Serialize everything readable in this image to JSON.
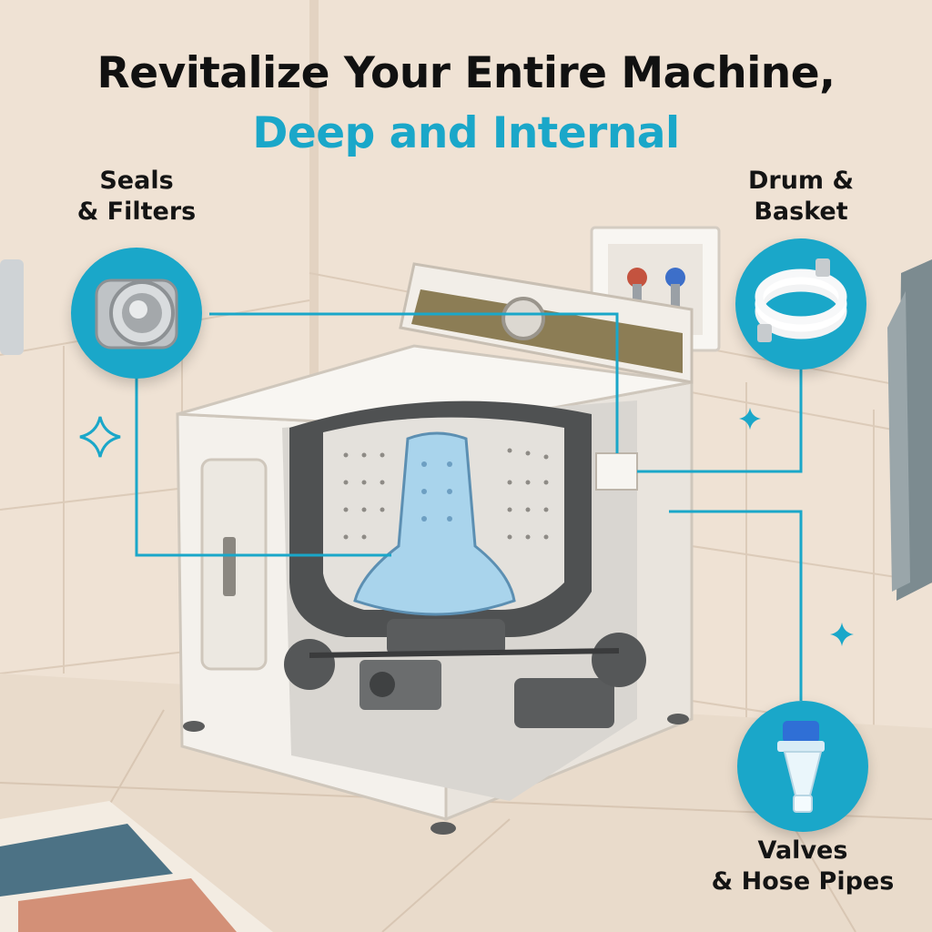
{
  "headline": {
    "line1": "Revitalize Your Entire Machine,",
    "line2": "Deep and Internal"
  },
  "callouts": [
    {
      "label_line1": "Seals",
      "label_line2": "& Filters",
      "icon": "drum-seal-icon"
    },
    {
      "label_line1": "Drum &",
      "label_line2": "Basket",
      "icon": "coiled-hose-icon"
    },
    {
      "label_line1": "Valves",
      "label_line2": "& Hose Pipes",
      "icon": "inline-filter-icon"
    }
  ],
  "colors": {
    "accent": "#1aa7c9",
    "heading_dark": "#111111",
    "wall": "#efe2d4",
    "floor": "#e9dbcb",
    "machine_body": "#f4f1ec"
  }
}
